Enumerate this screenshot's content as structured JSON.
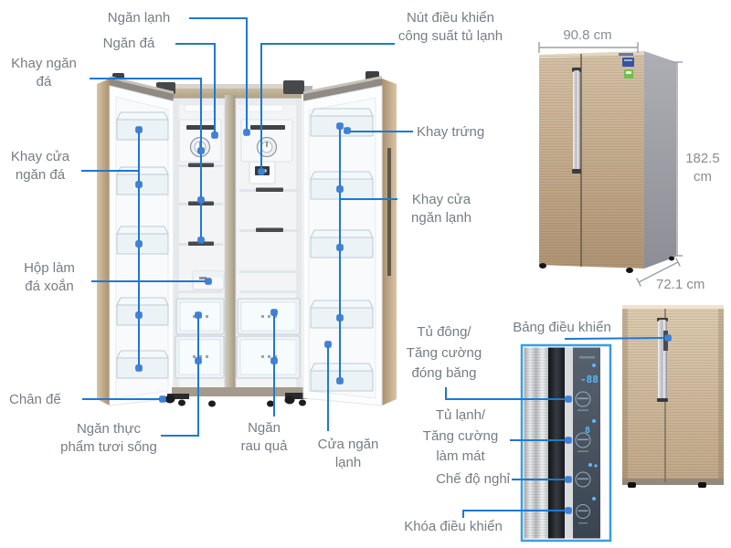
{
  "colors": {
    "leader_line_blue": "#1e78d2",
    "marker_dot_blue": "#3f81d8",
    "label_gray": "#757d85",
    "dimension_gray": "#878d93",
    "champagne_gold": "#c4ab8b",
    "panel_border_blue": "#3b9de0",
    "led_blue": "#5ab8f7"
  },
  "open_fridge": {
    "labels": {
      "ngan_lanh": "Ngăn lạnh",
      "ngan_da": "Ngăn đá",
      "khay_ngan_da": "Khay ngăn\nđá",
      "nut_dieu_khien_cong_suat": "Nút điều khiển\ncông suất tủ lạnh",
      "khay_trung": "Khay trứng",
      "khay_cua_ngan_da": "Khay cửa\nngăn đá",
      "khay_cua_ngan_lanh": "Khay cửa\nngăn lạnh",
      "hop_lam_da_xoan": "Hộp làm\nđá xoắn",
      "chan_de": "Chân đế",
      "ngan_thuc_pham_tuoi_song": "Ngăn thực\nphẩm tươi sống",
      "ngan_rau_qua": "Ngăn\nrau quả",
      "cua_ngan_lanh": "Cửa ngăn\nlạnh"
    }
  },
  "closed_fridge": {
    "dimensions": {
      "width": "90.8 cm",
      "height": "182.5\ncm",
      "depth": "72.1 cm"
    }
  },
  "control_panel": {
    "labels": {
      "bang_dieu_khien": "Bảng điều khiển",
      "tu_dong_tang_cuong_dong_bang": "Tủ đông/\nTăng cường\nđóng băng",
      "tu_lanh_tang_cuong_lam_mat": "Tủ lạnh/\nTăng cường\nlàm mát",
      "che_do_nghi": "Chế độ nghỉ",
      "khoa_dieu_khien": "Khóa điều khiển"
    },
    "display": {
      "freezer_temp": "-88",
      "fridge_temp": "8",
      "button_icons": [
        "droplet-icon",
        "droplet-icon",
        "droplet-icon",
        "droplet-icon"
      ],
      "button_count": 4
    }
  }
}
